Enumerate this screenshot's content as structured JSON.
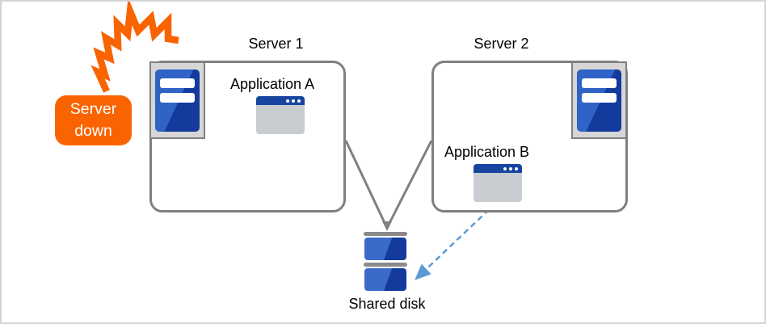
{
  "diagram": {
    "callout": {
      "label": "Server down"
    },
    "servers": [
      {
        "label": "Server 1",
        "application": {
          "label": "Application A"
        }
      },
      {
        "label": "Server 2",
        "application": {
          "label": "Application B"
        }
      }
    ],
    "shared_disk": {
      "label": "Shared disk"
    },
    "colors": {
      "accent_orange": "#FA6400",
      "server_blue_light": "#2F64C6",
      "server_blue_dark": "#143A9D",
      "app_titlebar_blue": "#1745A0",
      "app_body_gray": "#C9CCD1",
      "icon_bg_gray": "#D6D6D6",
      "connector_gray": "#808080",
      "disk_bar_gray": "#8A8A8A",
      "dashed_arrow_blue": "#5B9BD5",
      "canvas_border": "#D4D4D4"
    }
  }
}
